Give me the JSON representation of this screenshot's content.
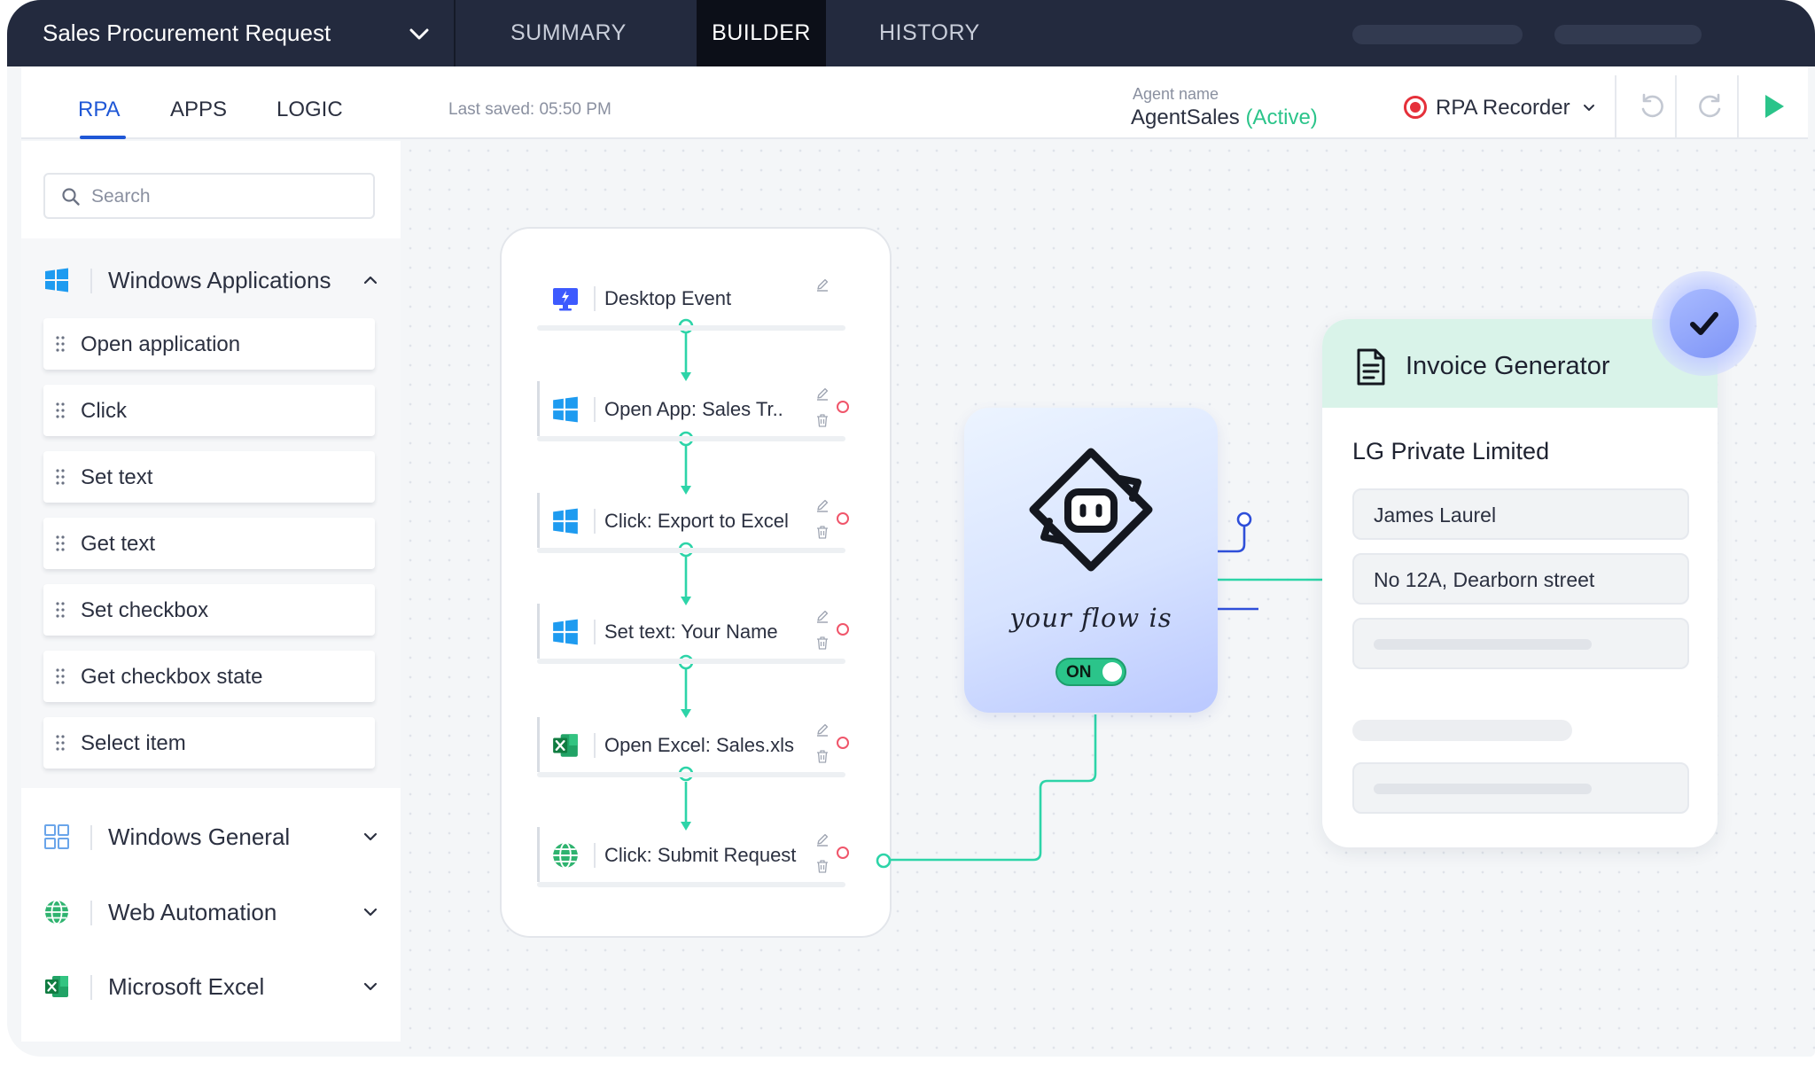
{
  "header": {
    "document_title": "Sales Procurement Request",
    "tabs": [
      {
        "label": "SUMMARY",
        "active": false
      },
      {
        "label": "BUILDER",
        "active": true
      },
      {
        "label": "HISTORY",
        "active": false
      }
    ]
  },
  "subheader": {
    "tabs": [
      {
        "label": "RPA",
        "active": true
      },
      {
        "label": "APPS",
        "active": false
      },
      {
        "label": "LOGIC",
        "active": false
      }
    ],
    "last_saved": "Last saved: 05:50 PM",
    "agent_label": "Agent name",
    "agent_name": "AgentSales",
    "agent_status": "(Active)",
    "recorder_label": "RPA Recorder",
    "tools": [
      "undo-icon",
      "redo-icon",
      "play-icon"
    ]
  },
  "sidebar": {
    "search_placeholder": "Search",
    "categories": [
      {
        "label": "Windows Applications",
        "icon": "windows-icon",
        "expanded": true
      },
      {
        "label": "Windows General",
        "icon": "grid-icon",
        "expanded": false
      },
      {
        "label": "Web Automation",
        "icon": "globe-icon",
        "expanded": false
      },
      {
        "label": "Microsoft Excel",
        "icon": "excel-icon",
        "expanded": false
      }
    ],
    "actions": [
      "Open application",
      "Click",
      "Set text",
      "Get text",
      "Set checkbox",
      "Get checkbox state",
      "Select item"
    ]
  },
  "flow": {
    "steps": [
      {
        "label": "Desktop Event",
        "icon": "monitor-icon"
      },
      {
        "label": "Open App: Sales Tr..",
        "icon": "windows-icon"
      },
      {
        "label": "Click: Export to Excel",
        "icon": "windows-icon"
      },
      {
        "label": "Set text: Your Name",
        "icon": "windows-icon"
      },
      {
        "label": "Open Excel: Sales.xls",
        "icon": "excel-icon"
      },
      {
        "label": "Click: Submit Request",
        "icon": "globe-icon"
      }
    ],
    "trigger_text": "your flow is",
    "toggle_label": "ON"
  },
  "invoice": {
    "title": "Invoice Generator",
    "company": "LG Private Limited",
    "fields": [
      "James Laurel",
      "No 12A, Dearborn street"
    ]
  },
  "colors": {
    "topbar": "#232a3e",
    "accent_blue": "#1f57d6",
    "active_green": "#2bc48a",
    "connector_teal": "#2dd4a8",
    "recorder_red": "#e5303a"
  }
}
